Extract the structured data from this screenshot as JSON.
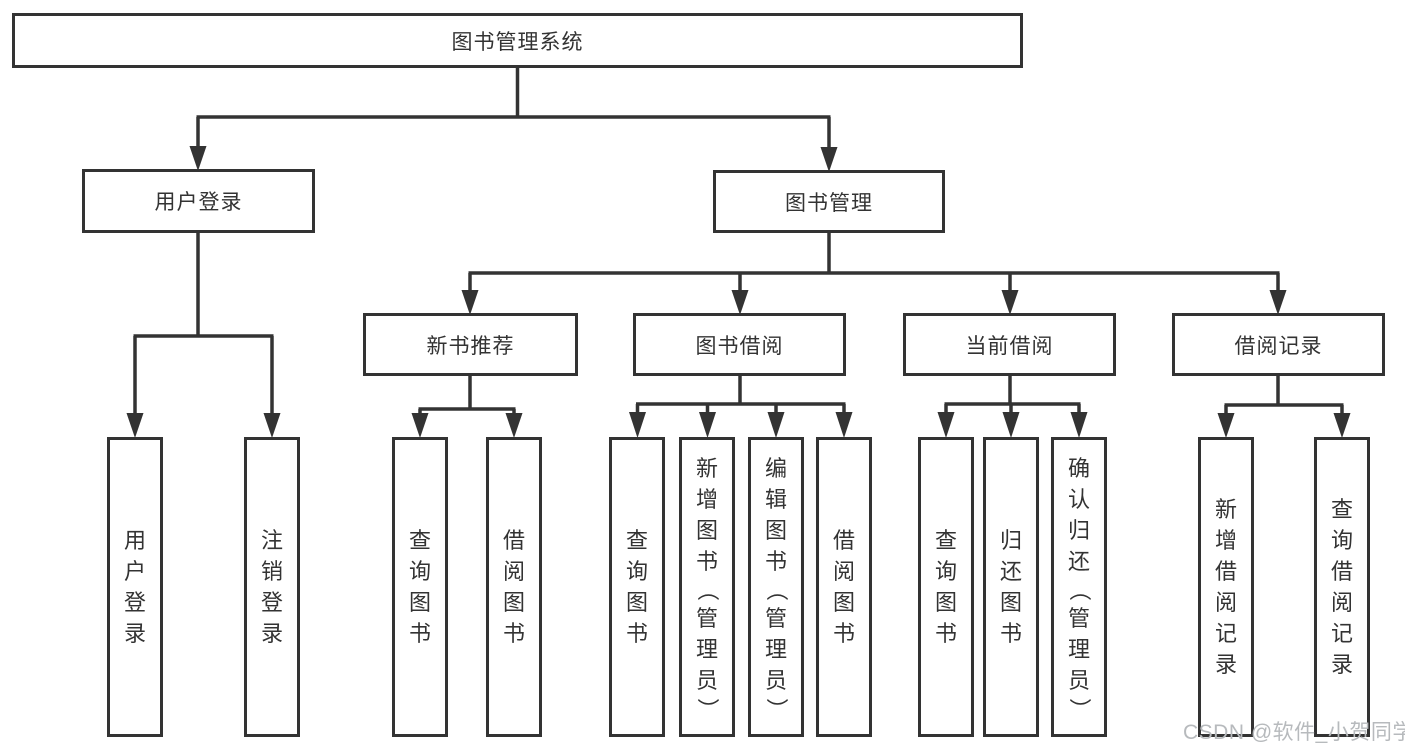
{
  "diagram": {
    "root": {
      "label": "图书管理系统"
    },
    "level1": [
      {
        "label": "用户登录"
      },
      {
        "label": "图书管理"
      }
    ],
    "level2": [
      {
        "label": "新书推荐"
      },
      {
        "label": "图书借阅"
      },
      {
        "label": "当前借阅"
      },
      {
        "label": "借阅记录"
      }
    ],
    "leaves": {
      "user_login": [
        {
          "label": "用户登录"
        },
        {
          "label": "注销登录"
        }
      ],
      "new_book": [
        {
          "label": "查询图书"
        },
        {
          "label": "借阅图书"
        }
      ],
      "book_borrow": [
        {
          "label": "查询图书"
        },
        {
          "label": "新增图书（管理员）"
        },
        {
          "label": "编辑图书（管理员）"
        },
        {
          "label": "借阅图书"
        }
      ],
      "current_borrow": [
        {
          "label": "查询图书"
        },
        {
          "label": "归还图书"
        },
        {
          "label": "确认归还（管理员）"
        }
      ],
      "borrow_record": [
        {
          "label": "新增借阅记录"
        },
        {
          "label": "查询借阅记录"
        }
      ]
    },
    "line_color": "#333333",
    "box_border_color": "#333333",
    "text_color": "#333333",
    "background_color": "#ffffff"
  },
  "watermark": {
    "text": "CSDN @软件_小贺同学",
    "color": "#b7babd"
  }
}
